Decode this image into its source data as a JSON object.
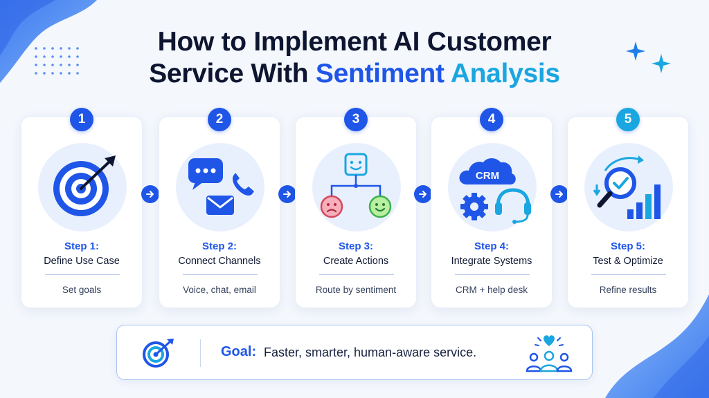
{
  "title": {
    "line1": "How to Implement AI Customer",
    "line2_prefix": "Service With ",
    "line2_highlight_a": "Sentiment",
    "line2_highlight_b": " Analysis"
  },
  "steps": [
    {
      "number": "1",
      "label": "Step 1:",
      "title": "Define Use Case",
      "description": "Set goals",
      "icon": "target-arrow-icon",
      "badge_color": "#1f56e8"
    },
    {
      "number": "2",
      "label": "Step 2:",
      "title": "Connect Channels",
      "description": "Voice, chat, email",
      "icon": "channels-icon",
      "badge_color": "#1f56e8"
    },
    {
      "number": "3",
      "label": "Step 3:",
      "title": "Create Actions",
      "description": "Route by sentiment",
      "icon": "sentiment-routing-icon",
      "badge_color": "#1f56e8"
    },
    {
      "number": "4",
      "label": "Step 4:",
      "title": "Integrate Systems",
      "description": "CRM + help desk",
      "icon": "crm-integration-icon",
      "badge_color": "#1f56e8"
    },
    {
      "number": "5",
      "label": "Step 5:",
      "title": "Test & Optimize",
      "description": "Refine results",
      "icon": "optimize-icon",
      "badge_color": "#1aa6e0"
    }
  ],
  "crm_label": "CRM",
  "goal": {
    "label": "Goal:",
    "text": "Faster, smarter, human-aware service."
  },
  "colors": {
    "primary": "#1f56e8",
    "accent": "#1aa6e0",
    "background": "#f4f7fc"
  }
}
